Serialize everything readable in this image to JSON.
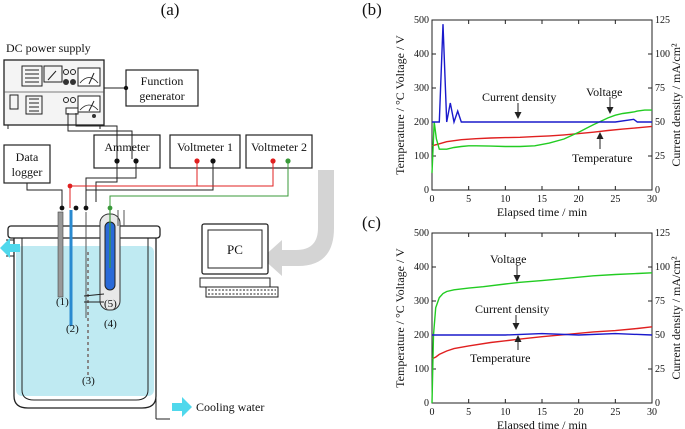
{
  "panel_labels": {
    "a": "(a)",
    "b": "(b)",
    "c": "(c)"
  },
  "apparatus": {
    "dc_power_supply": "DC power supply",
    "function_generator": [
      "Function",
      "generator"
    ],
    "ammeter": "Ammeter",
    "voltmeter_1": "Voltmeter  1",
    "voltmeter_2": "Voltmeter 2",
    "data_logger": [
      "Data",
      "logger"
    ],
    "pc": "PC",
    "cooling_water": "Cooling water",
    "electrode_labels": [
      "(1)",
      "(2)",
      "(3)",
      "(4)",
      "(5)"
    ]
  },
  "colors": {
    "voltage": "#22cc22",
    "current_density": "#1a1acc",
    "temperature": "#e02020",
    "wire_red": "#e02020",
    "wire_green": "#3a9a3a",
    "coolant": "#bfeaf2",
    "cyan_arrow": "#4fd8ec"
  },
  "chart_data": [
    {
      "panel": "(b)",
      "type": "line",
      "xlabel": "Elapsed time / min",
      "ylabel_left": "Temperature / °C     Voltage / V",
      "ylabel_right": "Current density / mA/cm²",
      "xlim": [
        0,
        30
      ],
      "ylim_left": [
        0,
        500
      ],
      "ylim_right": [
        0,
        125
      ],
      "x_ticks": [
        "0",
        "5",
        "10",
        "15",
        "20",
        "25",
        "30"
      ],
      "y_left_ticks": [
        "0",
        "100",
        "200",
        "300",
        "400",
        "500"
      ],
      "y_right_ticks": [
        "0",
        "25",
        "50",
        "75",
        "100",
        "125"
      ],
      "series": [
        {
          "name": "Voltage",
          "axis": "left",
          "x": [
            0,
            0.3,
            0.6,
            1,
            2,
            3,
            4,
            5,
            6,
            8,
            10,
            12,
            14,
            16,
            18,
            20,
            22,
            24,
            25,
            26,
            27,
            27.6,
            28,
            29,
            30
          ],
          "y": [
            50,
            200,
            150,
            120,
            120,
            125,
            128,
            130,
            130,
            129,
            128,
            128,
            130,
            138,
            150,
            170,
            192,
            212,
            220,
            225,
            228,
            230,
            232,
            235,
            235
          ]
        },
        {
          "name": "Current density",
          "axis": "right",
          "x": [
            0,
            0.5,
            1,
            1.5,
            2,
            2.5,
            3,
            3.5,
            4,
            5,
            10,
            15,
            20,
            25,
            27.5,
            28,
            30
          ],
          "y": [
            50,
            50,
            50,
            122,
            50,
            64,
            50,
            58,
            50,
            50,
            50,
            50,
            50,
            50,
            52,
            50,
            50
          ]
        },
        {
          "name": "Temperature",
          "axis": "left",
          "x": [
            0,
            1,
            2,
            4,
            6,
            8,
            10,
            12,
            14,
            16,
            18,
            20,
            22,
            24,
            26,
            28,
            30
          ],
          "y": [
            130,
            136,
            142,
            148,
            151,
            153,
            154,
            155,
            157,
            159,
            162,
            166,
            170,
            175,
            179,
            183,
            187
          ]
        }
      ],
      "annotations": [
        "Current density",
        "Voltage",
        "Temperature"
      ]
    },
    {
      "panel": "(c)",
      "type": "line",
      "xlabel": "Elapsed time / min",
      "ylabel_left": "Temperature / °C     Voltage / V",
      "ylabel_right": "Current density / mA/cm²",
      "xlim": [
        0,
        30
      ],
      "ylim_left": [
        0,
        500
      ],
      "ylim_right": [
        0,
        125
      ],
      "x_ticks": [
        "0",
        "5",
        "10",
        "15",
        "20",
        "25",
        "30"
      ],
      "y_left_ticks": [
        "0",
        "100",
        "200",
        "300",
        "400",
        "500"
      ],
      "y_right_ticks": [
        "0",
        "25",
        "50",
        "75",
        "100",
        "125"
      ],
      "series": [
        {
          "name": "Voltage",
          "axis": "left",
          "x": [
            0,
            0.2,
            0.5,
            1,
            1.5,
            2,
            3,
            5,
            7,
            10,
            12,
            15,
            18,
            20,
            22,
            25,
            28,
            30
          ],
          "y": [
            0,
            200,
            280,
            310,
            322,
            328,
            333,
            338,
            342,
            350,
            355,
            360,
            366,
            370,
            374,
            378,
            381,
            383
          ]
        },
        {
          "name": "Current density",
          "axis": "right",
          "x": [
            0,
            0.3,
            1,
            5,
            10,
            15,
            20,
            25,
            30
          ],
          "y": [
            50,
            50,
            50,
            50,
            50,
            51,
            50,
            51,
            50
          ]
        },
        {
          "name": "Temperature",
          "axis": "left",
          "x": [
            0,
            0.5,
            1,
            2,
            3,
            5,
            8,
            10,
            12,
            15,
            18,
            20,
            22,
            25,
            28,
            30
          ],
          "y": [
            130,
            135,
            143,
            153,
            160,
            168,
            178,
            183,
            188,
            195,
            201,
            205,
            209,
            213,
            219,
            224
          ]
        }
      ],
      "annotations": [
        "Voltage",
        "Current density",
        "Temperature"
      ]
    }
  ]
}
